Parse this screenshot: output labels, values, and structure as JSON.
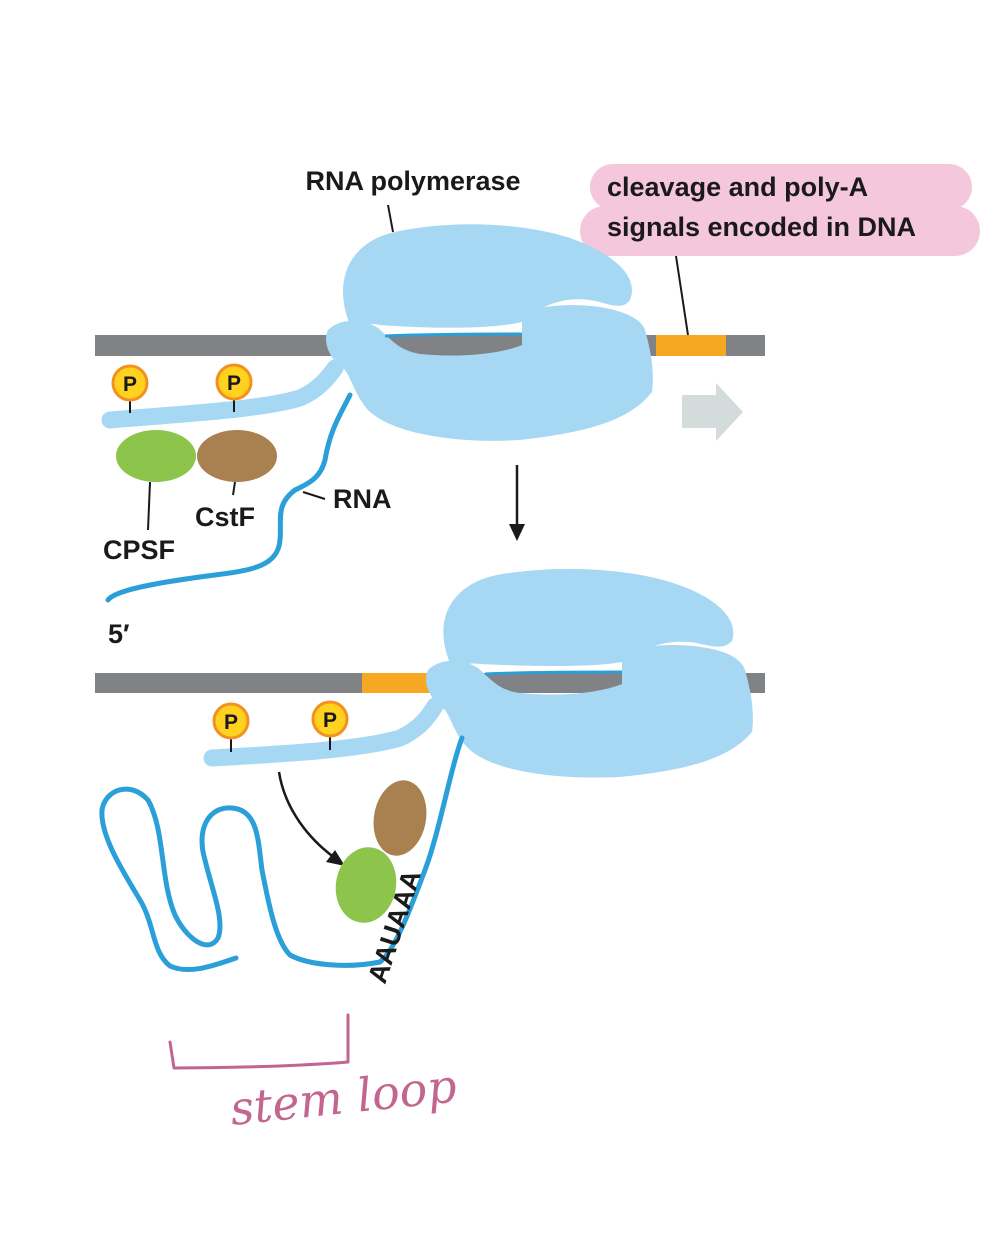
{
  "labels": {
    "rna_polymerase": "RNA polymerase",
    "signal_line1": "cleavage and poly-A",
    "signal_line2": "signals encoded in DNA",
    "phosphate": "P",
    "cpsf": "CPSF",
    "cstf": "CstF",
    "rna": "RNA",
    "five_prime": "5′",
    "aauaaa": "AAUAAA",
    "handwritten_note": "stem loop"
  },
  "colors": {
    "polymerase": "#a6d8f4",
    "dna": "#808285",
    "signal_segment": "#f7a823",
    "rna_strand": "#2b9fd8",
    "phosphate_fill": "#ffd21f",
    "phosphate_ring": "#f29120",
    "cpsf": "#8cc44c",
    "cstf": "#a98151",
    "highlight": "#f5c7dc",
    "handwriting": "#c2668f",
    "direction_arrow": "#d4dcdb"
  }
}
